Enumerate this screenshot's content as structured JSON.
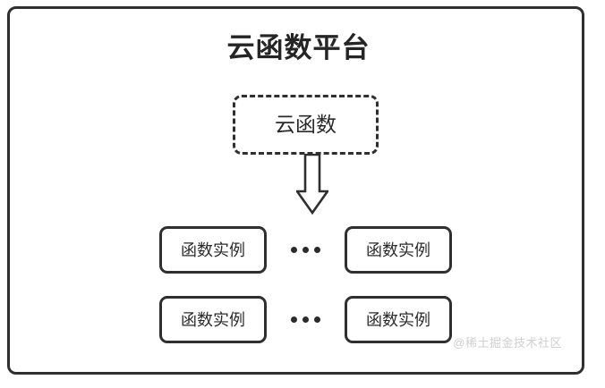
{
  "diagram": {
    "platform": {
      "title": "云函数平台",
      "border_color": "#2f2f2f",
      "background": "#ffffff"
    },
    "cloud_function": {
      "label": "云函数",
      "border_style": "dashed",
      "border_color": "#2f2f2f"
    },
    "arrow": {
      "name": "down-block-arrow",
      "direction": "down",
      "fill": "#ffffff",
      "stroke": "#2f2f2f"
    },
    "instance_rows": [
      {
        "left": {
          "label": "函数实例"
        },
        "separator": "...",
        "right": {
          "label": "函数实例"
        }
      },
      {
        "left": {
          "label": "函数实例"
        },
        "separator": "...",
        "right": {
          "label": "函数实例"
        }
      }
    ],
    "watermark": {
      "text": "@稀土掘金技术社区",
      "color": "#cfcfcf"
    }
  }
}
